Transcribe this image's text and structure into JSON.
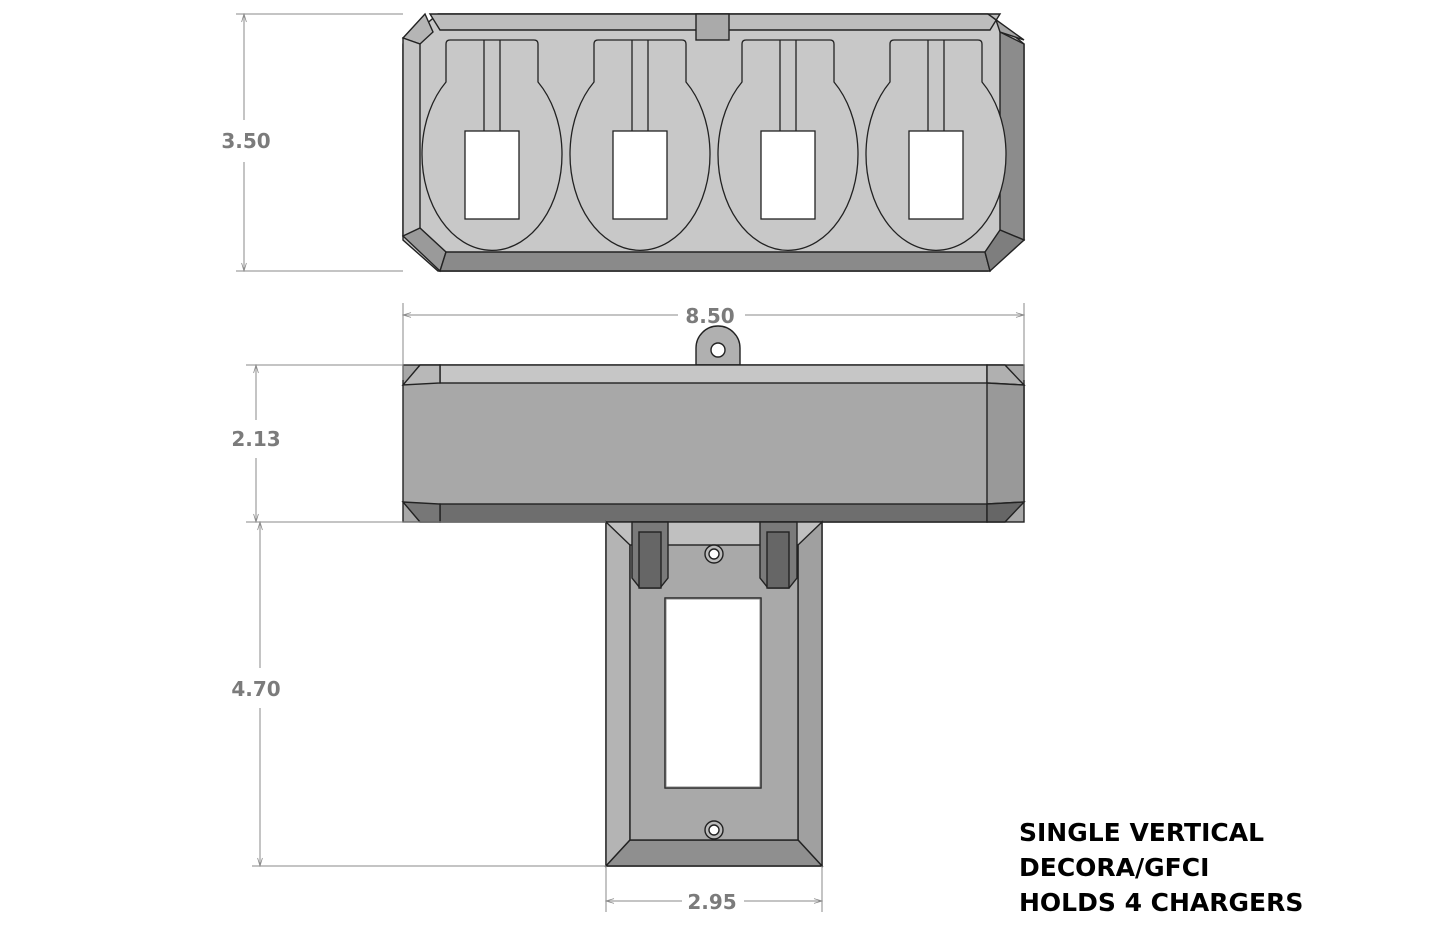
{
  "dimensions": {
    "top_height": "3.50",
    "overall_width": "8.50",
    "side_height": "2.13",
    "plate_height": "4.70",
    "plate_width": "2.95"
  },
  "notes": [
    "SINGLE VERTICAL",
    "DECORA/GFCI",
    "HOLDS 4 CHARGERS"
  ],
  "charger_slots": 4,
  "colors": {
    "face": "#c8c8c8",
    "side": "#a8a8a8",
    "dark": "#6e6e6e",
    "dimension": "#7b7b7b"
  }
}
